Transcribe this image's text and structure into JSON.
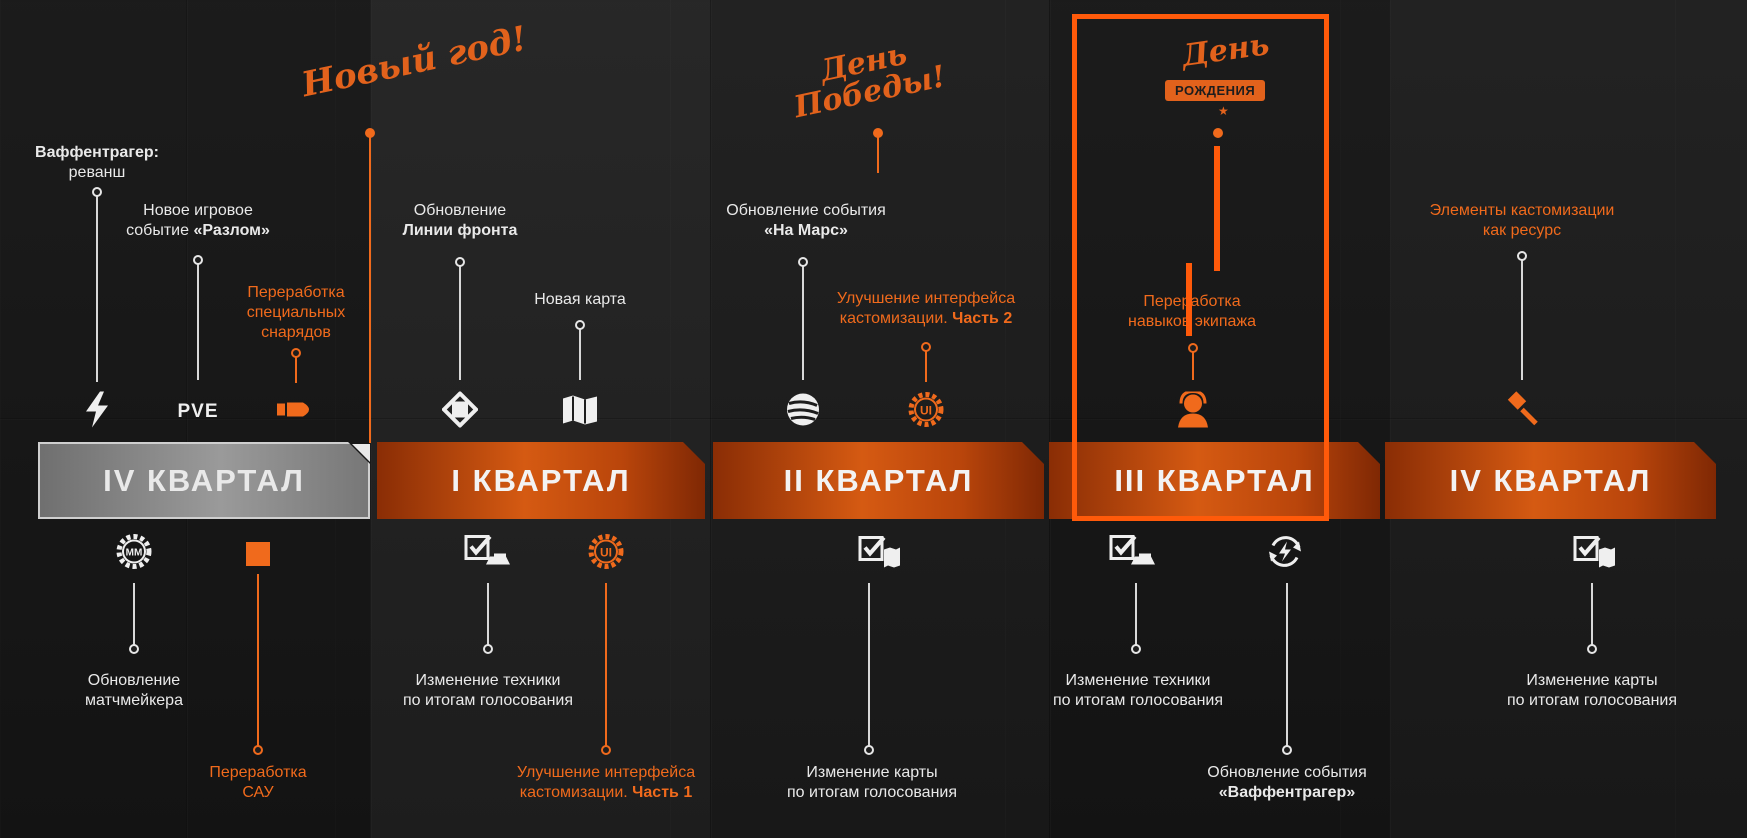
{
  "holidays": {
    "new_year": "Новый год!",
    "victory_day_line1": "День",
    "victory_day_line2": "Победы!",
    "birthday_day": "День",
    "birthday_ribbon": "РОЖДЕНИЯ"
  },
  "quarters": [
    {
      "label": "IV КВАРТАЛ",
      "state": "past"
    },
    {
      "label": "I КВАРТАЛ",
      "state": "upcoming"
    },
    {
      "label": "II КВАРТАЛ",
      "state": "upcoming"
    },
    {
      "label": "III КВАРТАЛ",
      "state": "upcoming"
    },
    {
      "label": "IV  КВАРТАЛ",
      "state": "upcoming"
    }
  ],
  "top": {
    "waffentrager": {
      "line1": "Ваффентрагер:",
      "line2": "реванш"
    },
    "new_event": {
      "line1": "Новое игровое",
      "line2a": "событие ",
      "line2b": "«Разлом»"
    },
    "special_shells": {
      "line1": "Переработка",
      "line2": "специальных",
      "line3": "снарядов"
    },
    "frontline": {
      "line1": "Обновление",
      "line2": "Линии фронта"
    },
    "new_map": {
      "line1": "Новая карта"
    },
    "mars": {
      "line1": "Обновление события",
      "line2": "«На Марс»"
    },
    "custom_ui2": {
      "line1": "Улучшение интерфейса",
      "line2a": "кастомизации. ",
      "line2b": "Часть 2"
    },
    "crew": {
      "line1": "Переработка",
      "line2": "навыков экипажа"
    },
    "custom_res": {
      "line1": "Элементы кастомизации",
      "line2": "как ресурс"
    },
    "pve_text": "PVE"
  },
  "bottom": {
    "matchmaker": {
      "line1": "Обновление",
      "line2": "матчмейкера"
    },
    "spg": {
      "line1": "Переработка",
      "line2": "САУ"
    },
    "vote_vehicles_1": {
      "line1": "Изменение техники",
      "line2": "по итогам голосования"
    },
    "custom_ui1": {
      "line1": "Улучшение интерфейса",
      "line2a": "кастомизации. ",
      "line2b": "Часть 1"
    },
    "vote_maps_2": {
      "line1": "Изменение карты",
      "line2": "по итогам голосования"
    },
    "vote_vehicles_3": {
      "line1": "Изменение техники",
      "line2": "по итогам голосования"
    },
    "waffen_event": {
      "line1": "Обновление события",
      "line2": "«Ваффентрагер»"
    },
    "vote_maps_4": {
      "line1": "Изменение карты",
      "line2": "по итогам голосования"
    },
    "mm_text": "MM",
    "ui_text": "UI"
  },
  "colors": {
    "accent": "#f06a1c",
    "highlight": "#ff5a0a",
    "past": "#8a8a8a"
  }
}
